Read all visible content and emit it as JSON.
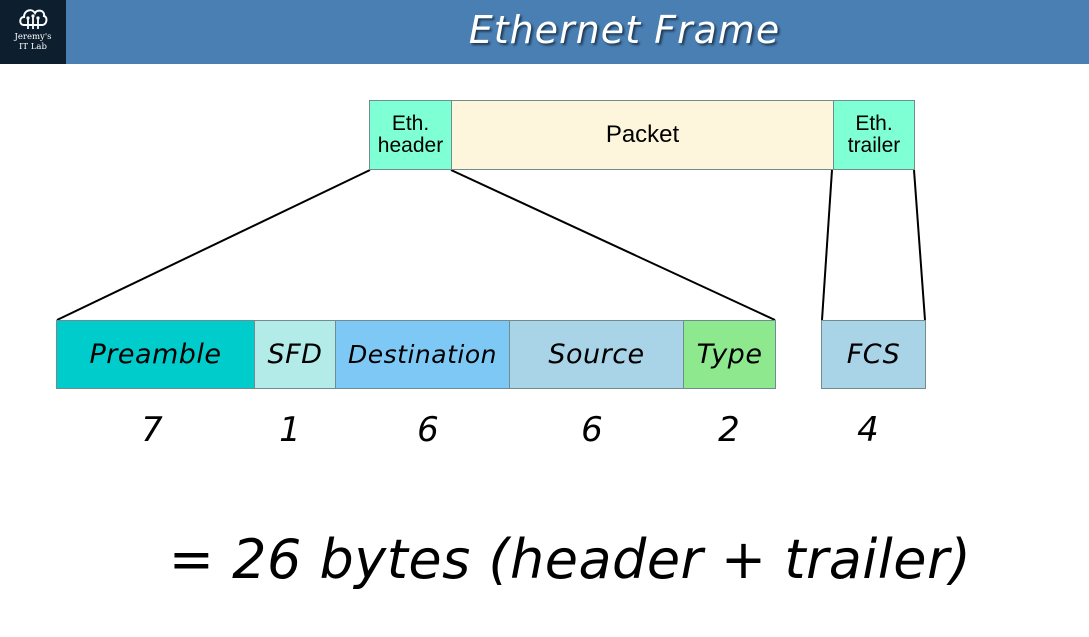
{
  "header": {
    "logo_line1": "Jeremy's",
    "logo_line2": "IT Lab",
    "title": "Ethernet Frame"
  },
  "frame": {
    "eth_header": "Eth.\nheader",
    "packet": "Packet",
    "eth_trailer": "Eth.\ntrailer"
  },
  "fields": [
    {
      "label": "Preamble",
      "bytes": "7",
      "color": "#00cccc"
    },
    {
      "label": "SFD",
      "bytes": "1",
      "color": "#b2ebe8"
    },
    {
      "label": "Destination",
      "bytes": "6",
      "color": "#7ec8f6"
    },
    {
      "label": "Source",
      "bytes": "6",
      "color": "#a9d3e6"
    },
    {
      "label": "Type",
      "bytes": "2",
      "color": "#8ee88e"
    },
    {
      "label": "FCS",
      "bytes": "4",
      "color": "#a9d3e6"
    }
  ],
  "summary": "= 26 bytes (header + trailer)",
  "colors": {
    "banner": "#4a7fb3",
    "eth_box": "#7fffd4",
    "packet_box": "#fdf5dc"
  }
}
